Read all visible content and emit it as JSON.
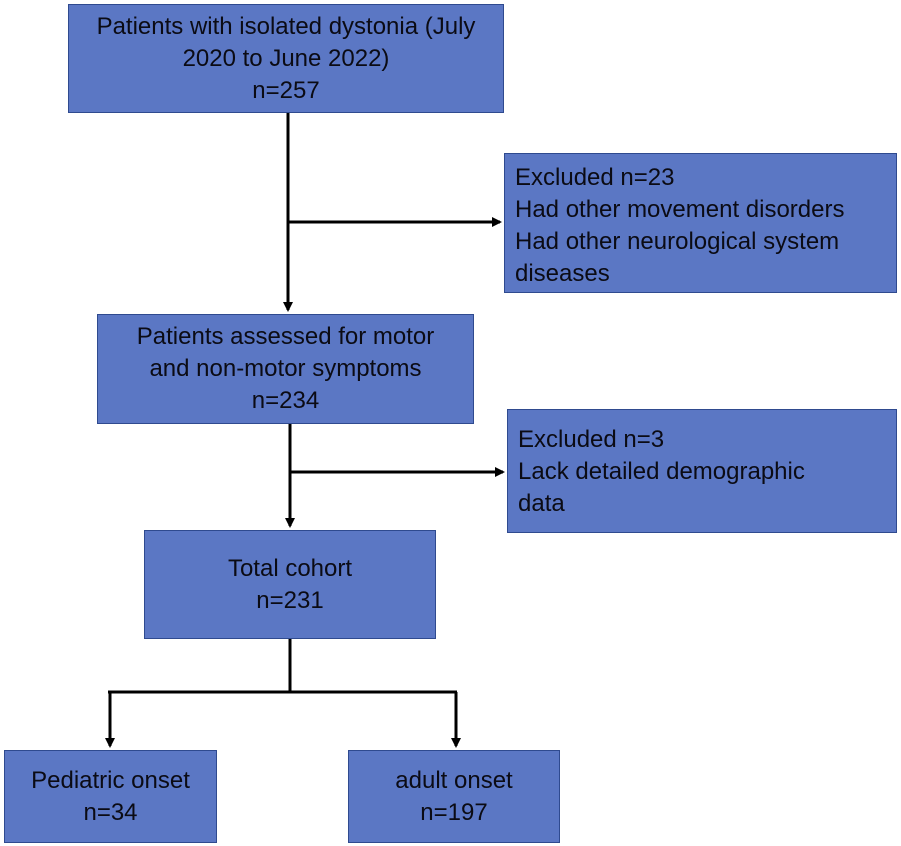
{
  "boxes": {
    "enrolled": {
      "lines": [
        "Patients with isolated dystonia (July",
        "2020 to June 2022)",
        "n=257"
      ]
    },
    "excluded1": {
      "lines": [
        "Excluded n=23",
        "Had other movement disorders",
        "Had other neurological system",
        "diseases"
      ]
    },
    "assessed": {
      "lines": [
        "Patients assessed for motor",
        "and non-motor symptoms",
        "n=234"
      ]
    },
    "excluded2": {
      "lines": [
        "Excluded n=3",
        "Lack detailed demographic",
        "data"
      ]
    },
    "cohort": {
      "lines": [
        "Total cohort",
        "n=231"
      ]
    },
    "pediatric": {
      "lines": [
        "Pediatric onset",
        "n=34"
      ]
    },
    "adult": {
      "lines": [
        "adult onset",
        "n=197"
      ]
    }
  },
  "colors": {
    "box_fill": "#5b77c4",
    "box_border": "#2f4a8f",
    "arrow": "#000000"
  }
}
